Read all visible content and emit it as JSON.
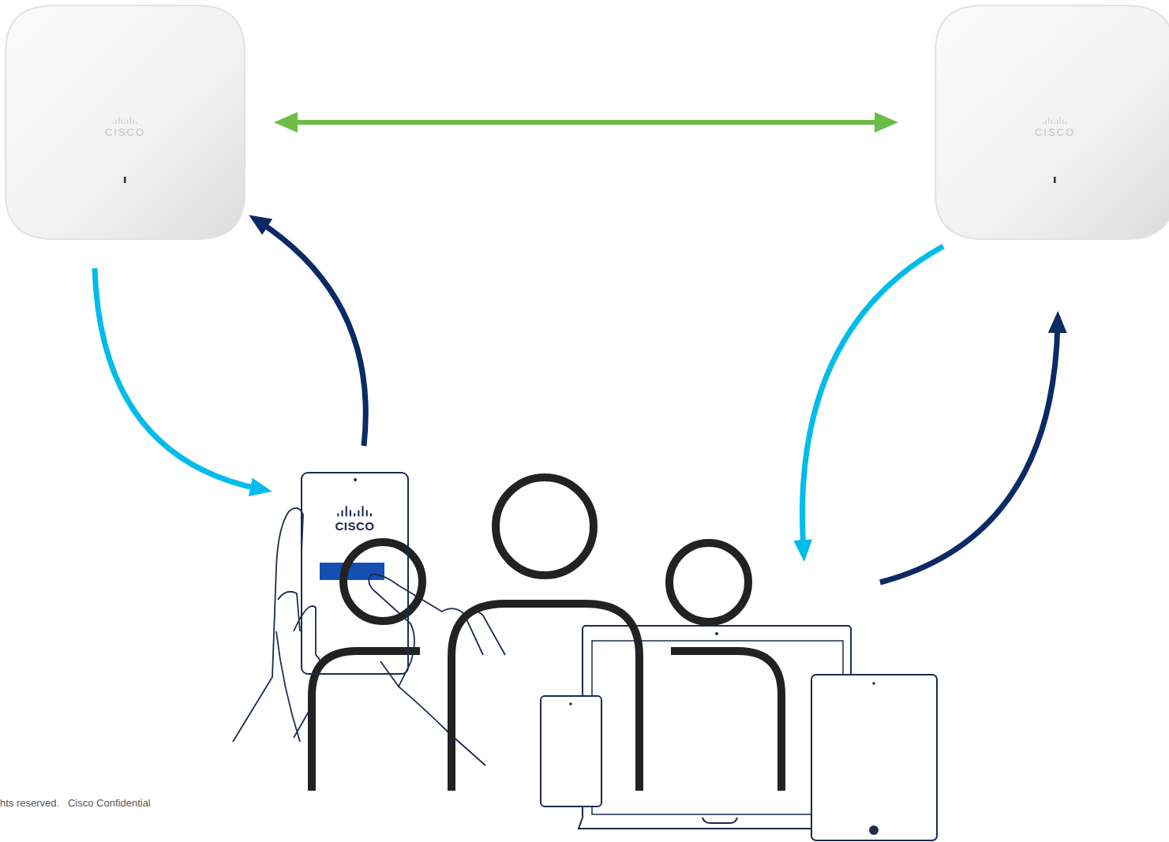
{
  "diagram": {
    "nodes": [
      {
        "text": [
          "CISCO"
        ]
      },
      {
        "text": [
          "CISCO"
        ]
      },
      {
        "text": [
          "CISCO"
        ]
      }
    ],
    "edges": [
      {
        "from": 0,
        "to": 1,
        "arrow": "both"
      },
      {
        "from": 0,
        "to": 2,
        "arrow": "to"
      },
      {
        "from": 2,
        "to": 0,
        "arrow": "to"
      }
    ],
    "labels": [
      "hts reserved.   Cisco Confidential"
    ]
  }
}
